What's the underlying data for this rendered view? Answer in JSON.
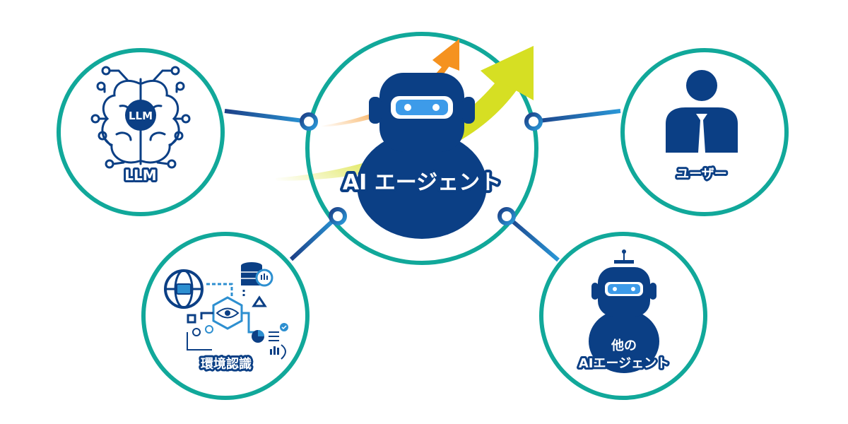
{
  "colors": {
    "ring": "#11a89a",
    "navy": "#0b3f85",
    "visor": "#3d9be9",
    "link_start": "#1c3f86",
    "link_end": "#2a98d8",
    "arrow_orange": "#f5921f",
    "arrow_lime": "#d6df23",
    "env_blue": "#2d8fd0"
  },
  "center": {
    "label": "AI エージェント",
    "icon": "robot-icon"
  },
  "nodes": [
    {
      "id": "llm",
      "label": "LLM",
      "badge": "LLM",
      "icon": "brain-network-icon"
    },
    {
      "id": "user",
      "label": "ユーザー",
      "icon": "businessman-icon"
    },
    {
      "id": "environment",
      "label": "環境認識",
      "icon": "environment-sensing-icon"
    },
    {
      "id": "other_agent",
      "label_line1": "他の",
      "label_line2": "AIエージェント",
      "icon": "robot-icon"
    }
  ]
}
